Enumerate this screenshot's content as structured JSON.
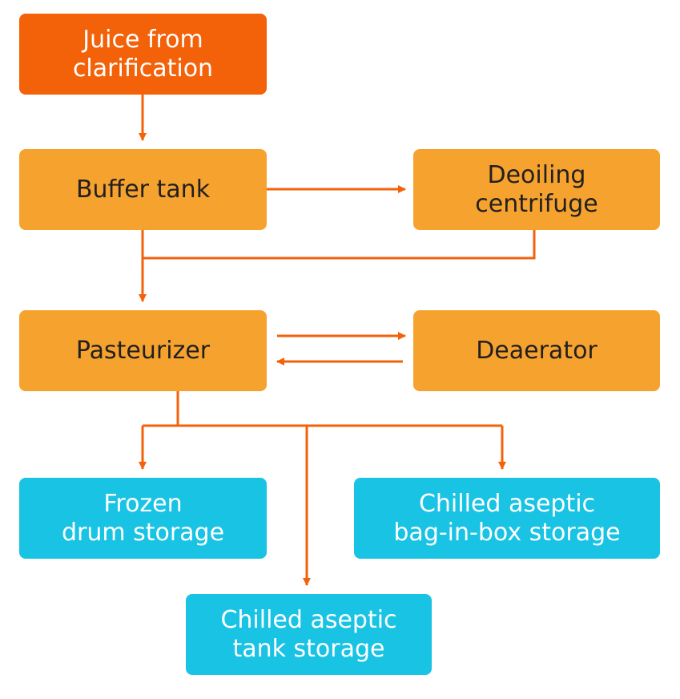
{
  "colors": {
    "source": "#F36109",
    "process": "#F5A32E",
    "storage": "#19C3E4",
    "arrow": "#F36109",
    "text_on_source": "#FFFFFF",
    "text_on_process": "#231F20",
    "text_on_storage": "#FFFFFF"
  },
  "nodes": {
    "juice": {
      "lines": [
        "Juice from",
        "clarification"
      ]
    },
    "buffer": {
      "lines": [
        "Buffer tank"
      ]
    },
    "deoiling": {
      "lines": [
        "Deoiling",
        "centrifuge"
      ]
    },
    "pasteurizer": {
      "lines": [
        "Pasteurizer"
      ]
    },
    "deaerator": {
      "lines": [
        "Deaerator"
      ]
    },
    "frozen": {
      "lines": [
        "Frozen",
        "drum storage"
      ]
    },
    "bag": {
      "lines": [
        "Chilled aseptic",
        "bag-in-box storage"
      ]
    },
    "tank": {
      "lines": [
        "Chilled aseptic",
        "tank storage"
      ]
    }
  },
  "edges": [
    {
      "from": "juice",
      "to": "buffer"
    },
    {
      "from": "buffer",
      "to": "deoiling"
    },
    {
      "from": "buffer",
      "to": "pasteurizer"
    },
    {
      "from": "deoiling",
      "to": "pasteurizer"
    },
    {
      "from": "pasteurizer",
      "to": "deaerator"
    },
    {
      "from": "deaerator",
      "to": "pasteurizer"
    },
    {
      "from": "pasteurizer",
      "to": "frozen"
    },
    {
      "from": "pasteurizer",
      "to": "tank"
    },
    {
      "from": "pasteurizer",
      "to": "bag"
    }
  ]
}
